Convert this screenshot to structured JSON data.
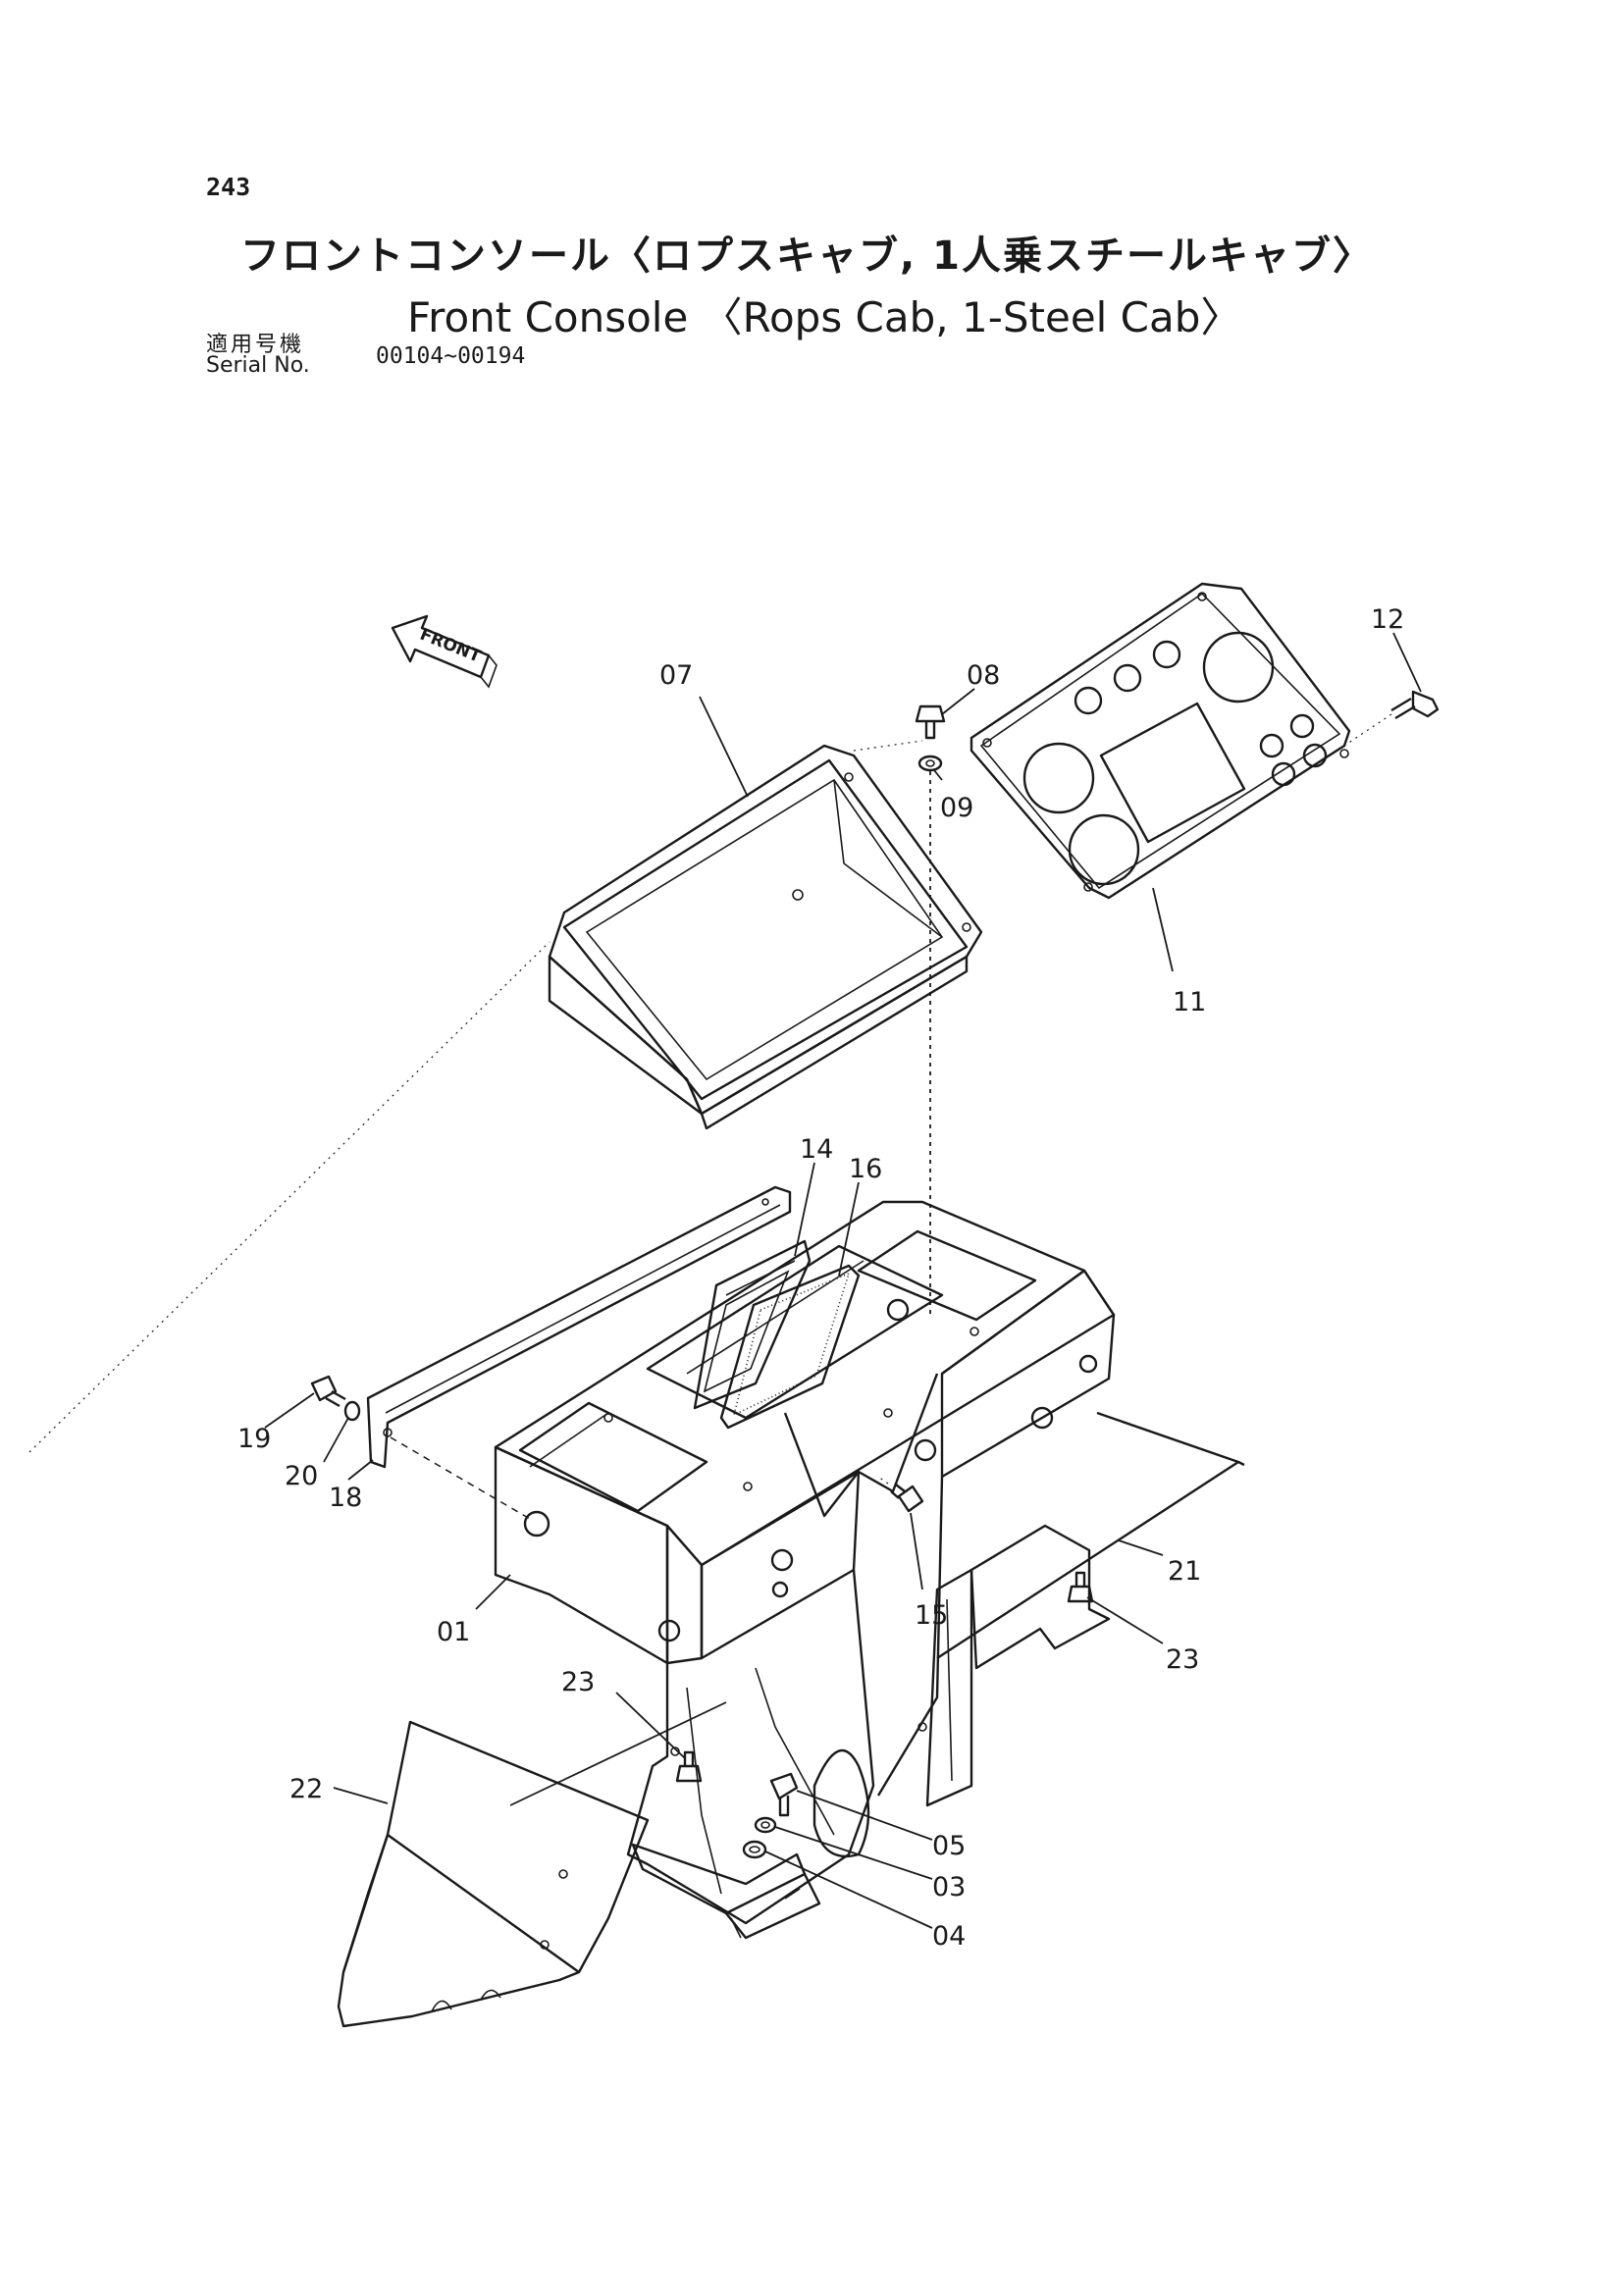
{
  "header": {
    "page_number": "243",
    "title_jp": "フロントコンソール〈ロプスキャブ, 1人乗スチールキャブ〉",
    "title_en": "Front Console 〈Rops Cab, 1-Steel Cab〉",
    "serial_label_jp": "適用号機",
    "serial_label_en": "Serial No.",
    "serial_range": "00104~00194"
  },
  "diagram": {
    "front_arrow_label": "FRONT",
    "part_labels": [
      "07",
      "08",
      "09",
      "11",
      "12",
      "14",
      "16",
      "19",
      "20",
      "18",
      "01",
      "15",
      "21",
      "23",
      "23",
      "22",
      "05",
      "03",
      "04"
    ]
  }
}
